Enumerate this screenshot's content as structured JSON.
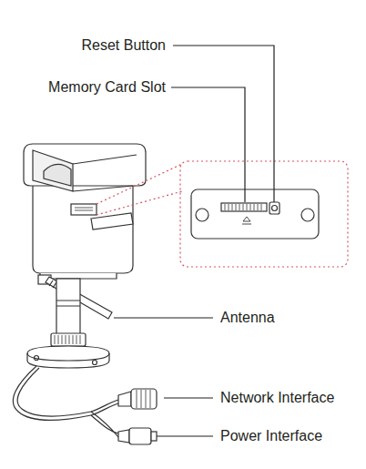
{
  "diagram": {
    "labels": [
      "Reset Button",
      "Memory Card Slot",
      "Antenna",
      "Network Interface",
      "Power Interface"
    ]
  }
}
